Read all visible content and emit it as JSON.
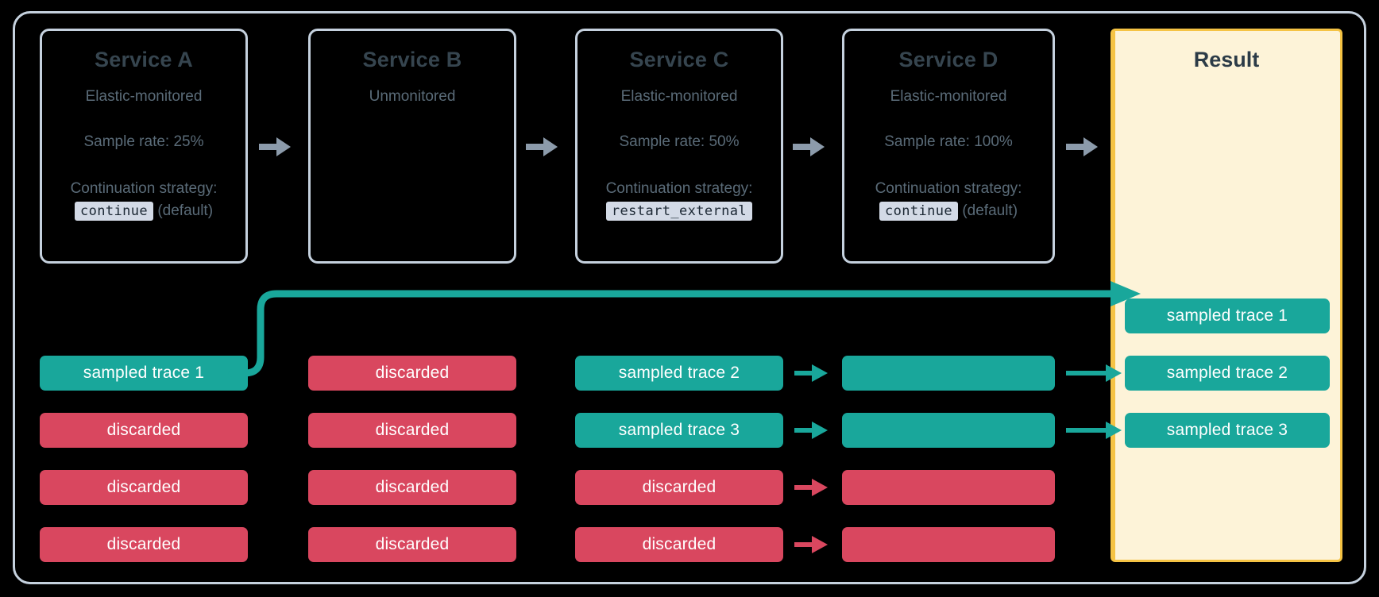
{
  "diagram": {
    "title_hidden": "",
    "colors": {
      "background": "#000000",
      "frame_border": "#c5d1de",
      "service_border": "#c5d1de",
      "service_title": "#36454f",
      "service_text": "#5a6b78",
      "chip_bg": "#d3dae6",
      "result_bg": "#fdf3d8",
      "result_border": "#f5c344",
      "sampled": "#19a79b",
      "discarded": "#d9475f",
      "grey_arrow": "#8c9bab"
    }
  },
  "services": [
    {
      "name": "Service A",
      "monitoring": "Elastic-monitored",
      "sample_rate": "Sample rate: 25%",
      "continuation_label": "Continuation strategy:",
      "strategy_code": "continue",
      "strategy_note": "(default)"
    },
    {
      "name": "Service B",
      "monitoring": "Unmonitored",
      "sample_rate": "",
      "continuation_label": "",
      "strategy_code": "",
      "strategy_note": ""
    },
    {
      "name": "Service C",
      "monitoring": "Elastic-monitored",
      "sample_rate": "Sample rate: 50%",
      "continuation_label": "Continuation strategy:",
      "strategy_code": "restart_external",
      "strategy_note": ""
    },
    {
      "name": "Service D",
      "monitoring": "Elastic-monitored",
      "sample_rate": "Sample rate: 100%",
      "continuation_label": "Continuation strategy:",
      "strategy_code": "continue",
      "strategy_note": "(default)"
    }
  ],
  "result": {
    "title": "Result",
    "traces": [
      {
        "label": "sampled trace 1",
        "state": "sampled"
      },
      {
        "label": "sampled trace 2",
        "state": "sampled"
      },
      {
        "label": "sampled trace 3",
        "state": "sampled"
      }
    ]
  },
  "columns": {
    "a": [
      {
        "label": "sampled trace 1",
        "state": "sampled"
      },
      {
        "label": "discarded",
        "state": "discarded"
      },
      {
        "label": "discarded",
        "state": "discarded"
      },
      {
        "label": "discarded",
        "state": "discarded"
      }
    ],
    "b": [
      {
        "label": "discarded",
        "state": "discarded"
      },
      {
        "label": "discarded",
        "state": "discarded"
      },
      {
        "label": "discarded",
        "state": "discarded"
      },
      {
        "label": "discarded",
        "state": "discarded"
      }
    ],
    "c": [
      {
        "label": "sampled trace 2",
        "state": "sampled"
      },
      {
        "label": "sampled trace 3",
        "state": "sampled"
      },
      {
        "label": "discarded",
        "state": "discarded"
      },
      {
        "label": "discarded",
        "state": "discarded"
      }
    ],
    "d": [
      {
        "label": "",
        "state": "sampled"
      },
      {
        "label": "",
        "state": "sampled"
      },
      {
        "label": "",
        "state": "discarded"
      },
      {
        "label": "",
        "state": "discarded"
      }
    ]
  },
  "arrows": {
    "service_flow": [
      {
        "name": "arrow-a-to-b",
        "color": "#8c9bab"
      },
      {
        "name": "arrow-b-to-c",
        "color": "#8c9bab"
      },
      {
        "name": "arrow-c-to-d",
        "color": "#8c9bab"
      },
      {
        "name": "arrow-d-to-result",
        "color": "#8c9bab"
      }
    ],
    "c_to_d": [
      {
        "name": "arrow-c1-to-d1",
        "color": "#19a79b"
      },
      {
        "name": "arrow-c2-to-d2",
        "color": "#19a79b"
      },
      {
        "name": "arrow-c3-to-d3",
        "color": "#d9475f"
      },
      {
        "name": "arrow-c4-to-d4",
        "color": "#d9475f"
      }
    ],
    "d_to_result": [
      {
        "name": "arrow-d1-to-result2",
        "color": "#19a79b"
      },
      {
        "name": "arrow-d2-to-result3",
        "color": "#19a79b"
      }
    ],
    "a_to_result": {
      "name": "arrow-a1-to-result1",
      "color": "#19a79b"
    }
  }
}
